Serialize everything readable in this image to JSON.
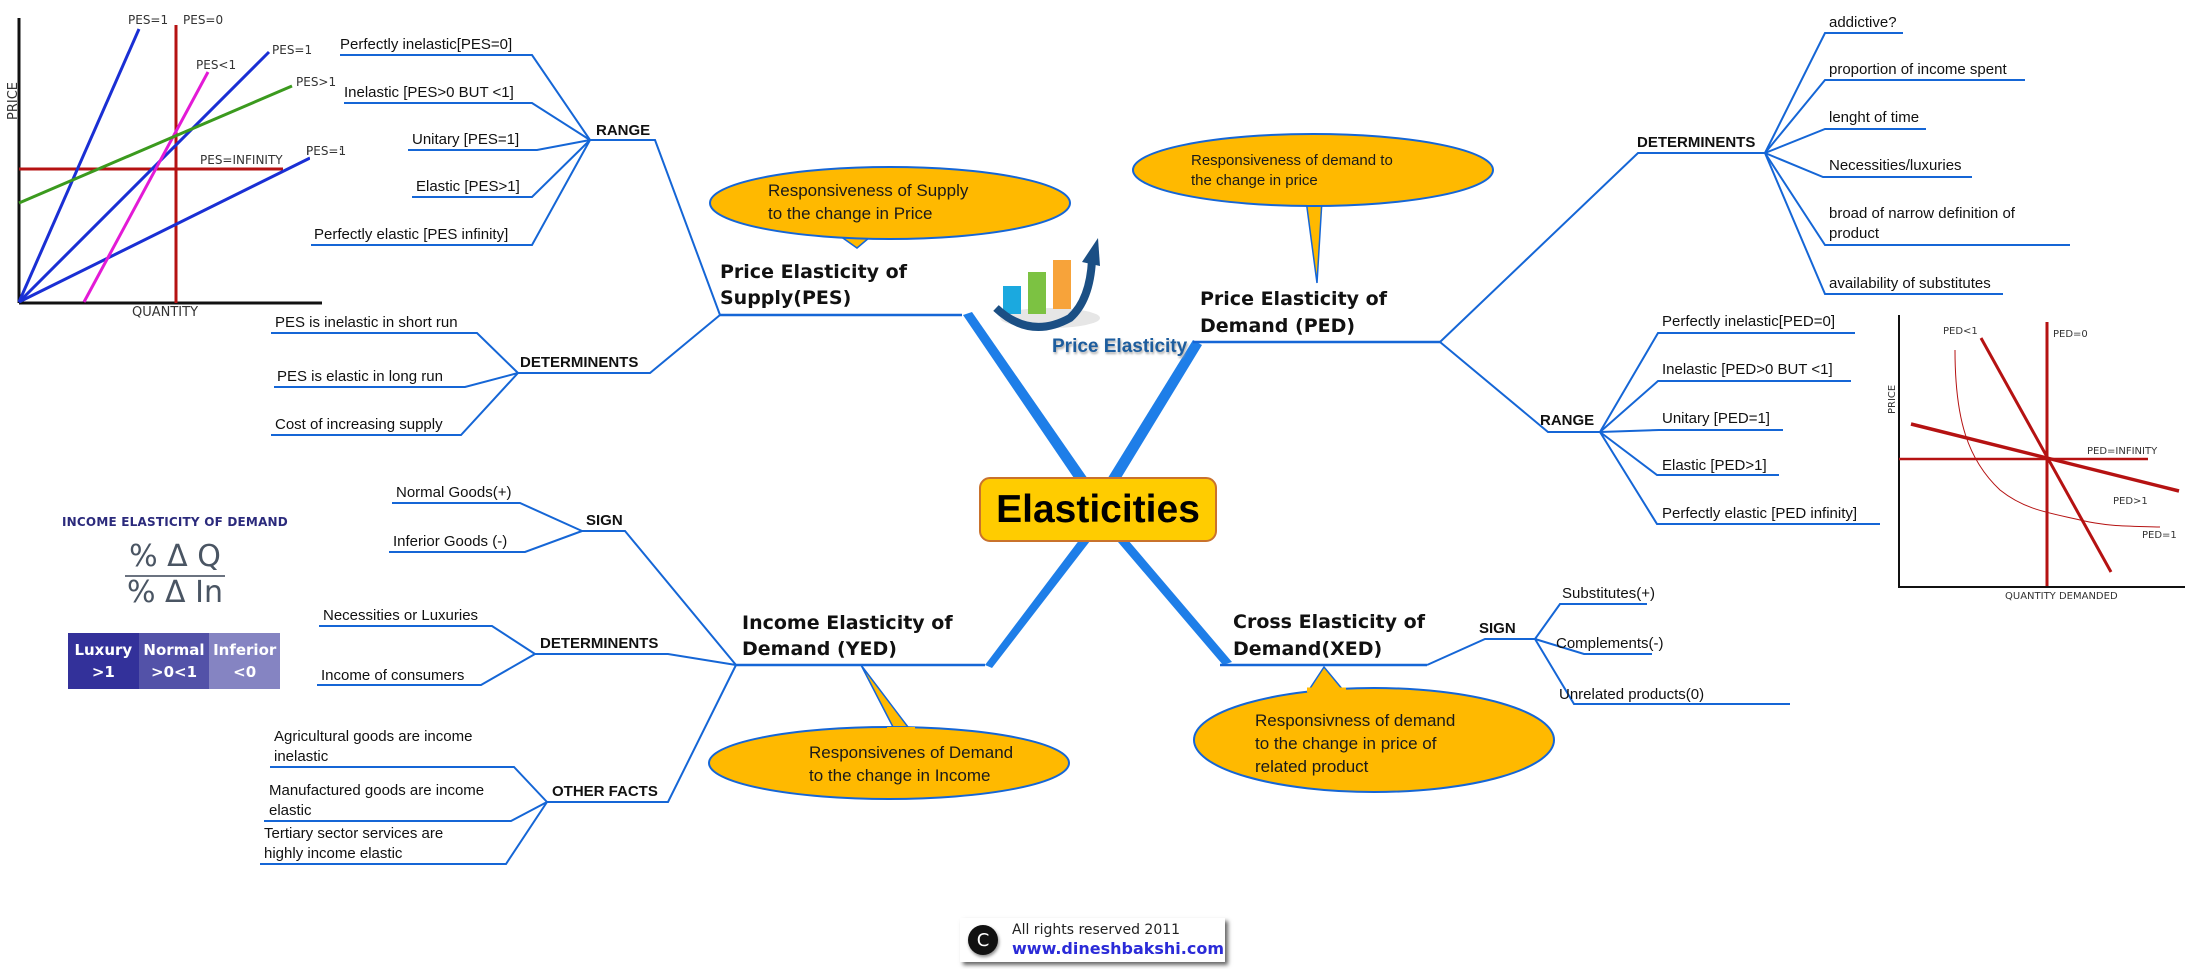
{
  "center": {
    "title": "Elasticities"
  },
  "logo": {
    "label": "Price Elasticity",
    "icon": "rising-bar-chart-icon"
  },
  "pes": {
    "title_line1": "Price Elasticity of",
    "title_line2": "Supply(PES)",
    "bubble_line1": "Responsiveness of Supply",
    "bubble_line2": "to the change in Price",
    "range": {
      "label": "RANGE",
      "items": [
        "Perfectly inelastic[PES=0]",
        "Inelastic [PES>0 BUT <1]",
        "Unitary [PES=1]",
        "Elastic [PES>1]",
        "Perfectly elastic [PES infinity]"
      ]
    },
    "determinants": {
      "label": "DETERMINENTS",
      "items": [
        "PES is inelastic in short run",
        "PES is elastic in long run",
        "Cost of increasing supply"
      ]
    }
  },
  "ped": {
    "title_line1": "Price Elasticity of",
    "title_line2": "Demand (PED)",
    "bubble_line1": "Responsiveness of demand to",
    "bubble_line2": "the change in price",
    "determinants": {
      "label": "DETERMINENTS",
      "items": [
        "addictive?",
        "proportion of income spent",
        "lenght of time",
        "Necessities/luxuries",
        "broad of narrow definition of",
        "product",
        "availability of substitutes"
      ]
    },
    "range": {
      "label": "RANGE",
      "items": [
        "Perfectly inelastic[PED=0]",
        "Inelastic [PED>0 BUT <1]",
        "Unitary [PED=1]",
        "Elastic [PED>1]",
        "Perfectly elastic [PED infinity]"
      ]
    }
  },
  "yed": {
    "title_line1": "Income Elasticity of",
    "title_line2": "Demand (YED)",
    "bubble_line1": "Responsivenes of Demand",
    "bubble_line2": "to the change in Income",
    "sign": {
      "label": "SIGN",
      "items": [
        "Normal Goods(+)",
        "Inferior Goods (-)"
      ]
    },
    "determinants": {
      "label": "DETERMINENTS",
      "items": [
        "Necessities or Luxuries",
        "Income of consumers"
      ]
    },
    "other_facts": {
      "label": "OTHER FACTS",
      "items": [
        [
          "Agricultural goods are income",
          "inelastic"
        ],
        [
          "Manufactured goods are income",
          "elastic"
        ],
        [
          "Tertiary sector services are",
          "highly income elastic"
        ]
      ]
    }
  },
  "xed": {
    "title_line1": "Cross Elasticity of",
    "title_line2": "Demand(XED)",
    "bubble_line1": "Responsivness of demand",
    "bubble_line2": "to the change in price of",
    "bubble_line3": "related product",
    "sign": {
      "label": "SIGN",
      "items": [
        "Substitutes(+)",
        "Complements(-)",
        "Unrelated products(0)"
      ]
    }
  },
  "yed_formula": {
    "title": "INCOME ELASTICITY OF DEMAND",
    "numerator": "% Δ Q",
    "denominator": "% Δ In",
    "table": [
      {
        "name": "Luxury",
        "value": ">1"
      },
      {
        "name": "Normal",
        "value": ">0<1"
      },
      {
        "name": "Inferior",
        "value": "<0"
      }
    ]
  },
  "pes_graph": {
    "x_axis": "QUANTITY",
    "y_axis": "PRICE",
    "curve_labels": [
      "PES=1",
      "PES=0",
      "PES<1",
      "PES=1",
      "PES>1",
      "PES=INFINITY",
      "PES=1"
    ]
  },
  "ped_graph": {
    "x_axis": "QUANTITY DEMANDED",
    "y_axis": "PRICE",
    "curve_labels": [
      "PED<1",
      "PED=0",
      "PED=INFINITY",
      "PED>1",
      "PED=1"
    ]
  },
  "footer": {
    "copyright_symbol": "C",
    "rights": "All rights reserved 2011",
    "url": "www.dineshbakshi.com"
  },
  "colors": {
    "connector": "#1566d6",
    "bubble_fill": "#ffb900",
    "center_fill": "#ffcc00",
    "spoke": "#1e7ee8"
  }
}
